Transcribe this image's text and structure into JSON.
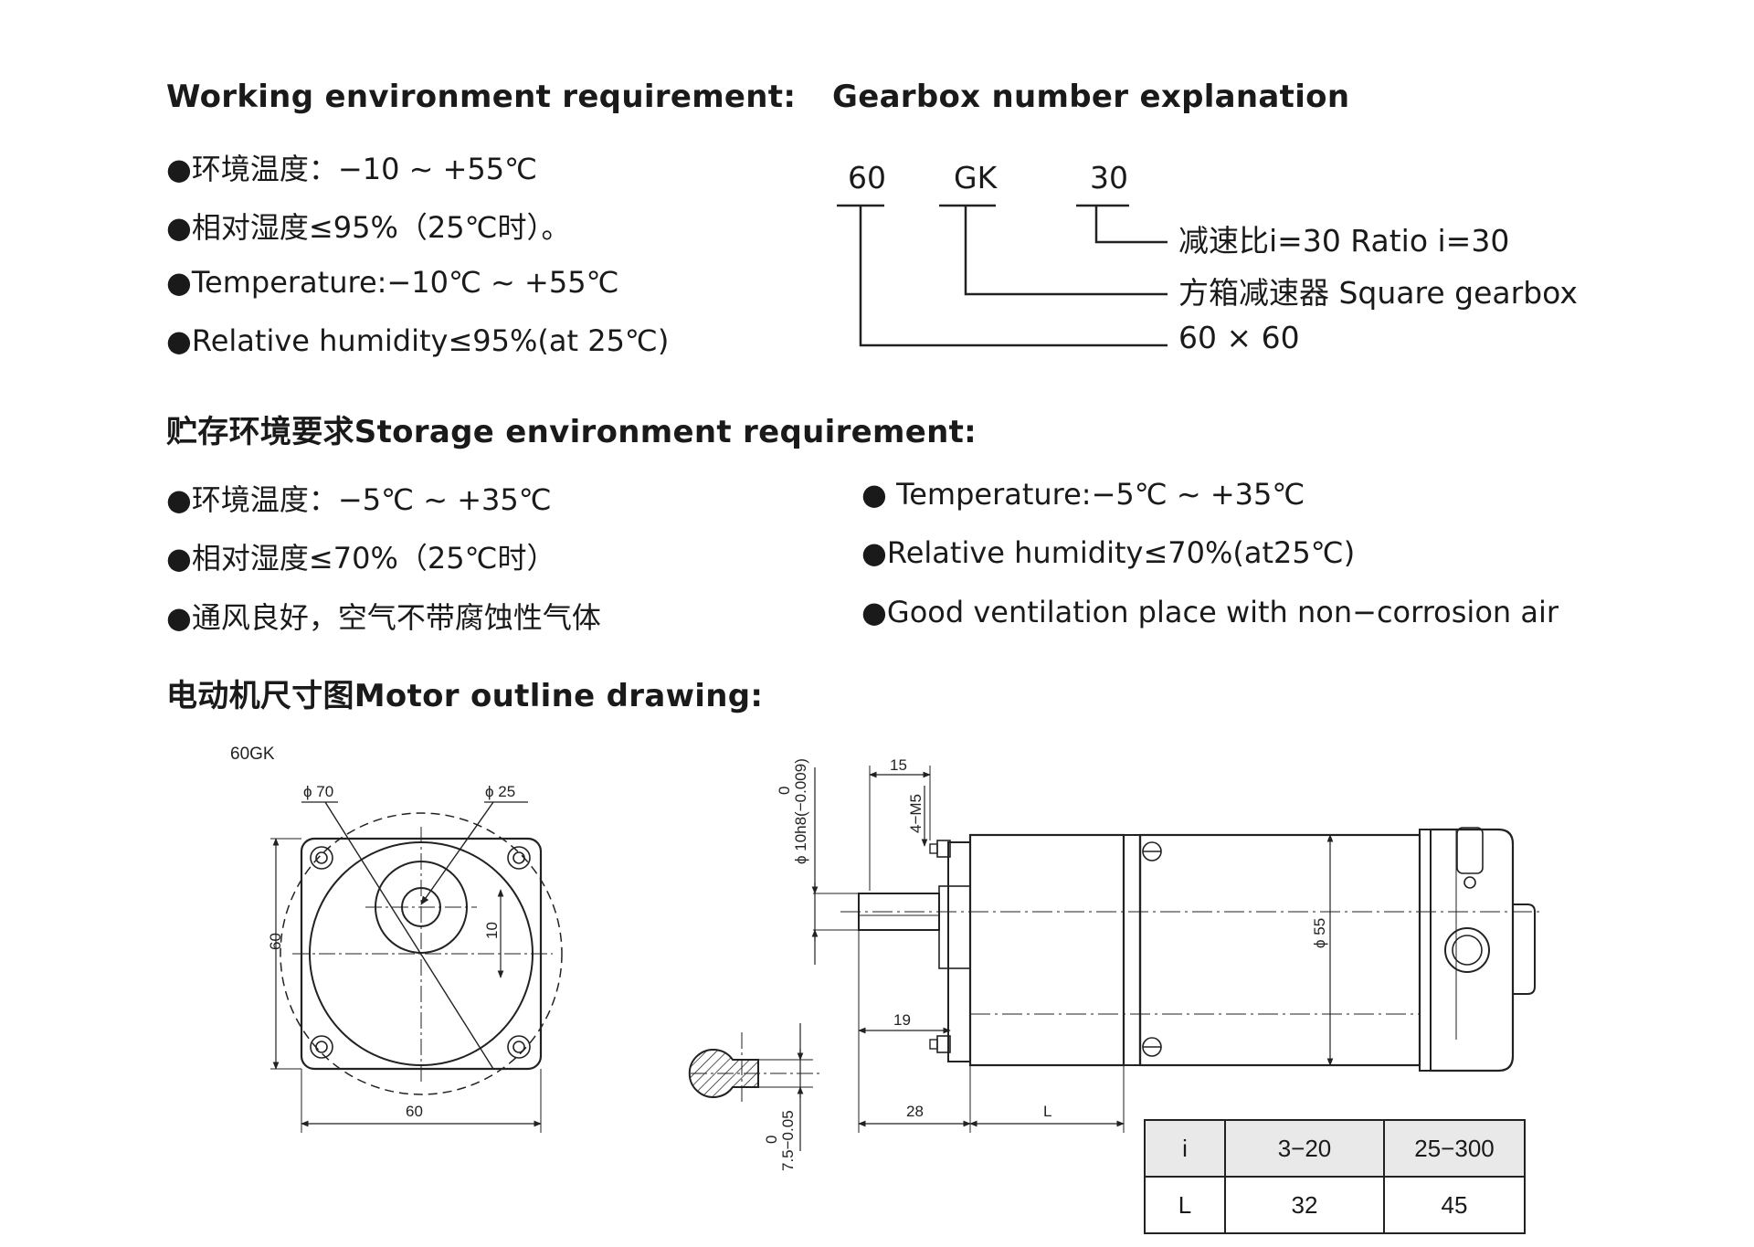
{
  "working": {
    "heading": "Working environment requirement:",
    "items": [
      "●环境温度：−10 ~ +55℃",
      "●相对湿度≤95%（25℃时）。",
      "●Temperature:−10℃ ~ +55℃",
      "●Relative humidity≤95%(at 25℃)"
    ]
  },
  "gearbox": {
    "heading": "Gearbox number explanation",
    "codes": [
      "60",
      "GK",
      "30"
    ],
    "explanations": [
      "减速比i=30 Ratio i=30",
      "方箱减速器 Square gearbox",
      "60 × 60"
    ]
  },
  "storage": {
    "heading": "贮存环境要求Storage environment requirement:",
    "items_cn": [
      "●环境温度：−5℃ ~ +35℃",
      "●相对湿度≤70%（25℃时）",
      "●通风良好，空气不带腐蚀性气体"
    ],
    "items_en": [
      "● Temperature:−5℃ ~ +35℃",
      "●Relative humidity≤70%(at25℃)",
      "●Good ventilation place with non−corrosion air"
    ]
  },
  "outline": {
    "heading": "电动机尺寸图Motor outline drawing:",
    "model": "60GK",
    "front_labels": {
      "phi70": "ϕ 70",
      "phi25": "ϕ 25",
      "side": "60",
      "bottom": "60",
      "key": "10"
    },
    "side_labels": {
      "d15": "15",
      "m5": "4−M5",
      "shaft": "ϕ 10h8(−0.009)",
      "shaft_zero": "0",
      "d19": "19",
      "phi55": "ϕ 55",
      "d28": "28",
      "L": "L",
      "key": "7.5−0.05",
      "key_zero": "0"
    }
  },
  "ratio_table": {
    "headers": [
      "i",
      "3−20",
      "25−300"
    ],
    "rows": [
      [
        "L",
        "32",
        "45"
      ]
    ]
  }
}
